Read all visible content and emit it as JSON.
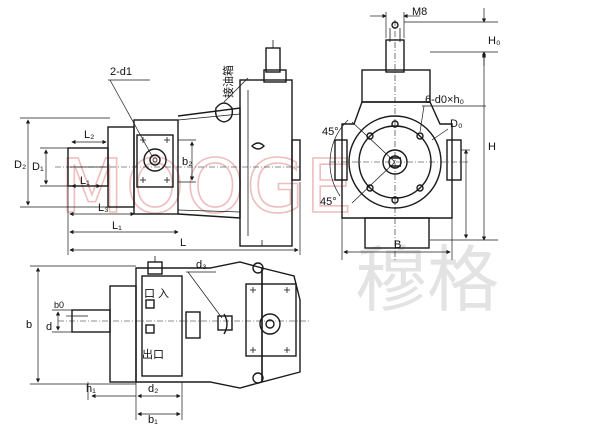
{
  "watermark": {
    "latin": "MOOGE",
    "chinese": "穆格"
  },
  "top_view": {
    "hole_label": "2-d1",
    "oil_port_note": "接油箱",
    "dims": {
      "D2": "D₂",
      "D1": "D₁",
      "L2": "L₂",
      "L1_top": "L₁",
      "L3": "L₃",
      "L1": "L₁",
      "L": "L",
      "b2": "b₂"
    }
  },
  "end_view": {
    "thread": "M8",
    "H0": "H₀",
    "bolt_holes": "6-d0×h₀",
    "D0": "D₀",
    "angle_a": "45°",
    "angle_b": "45°",
    "H": "H",
    "B": "B"
  },
  "side_view": {
    "d3": "d₃",
    "inlet": "口",
    "inlet_tag": "入",
    "outlet": "出口",
    "dims": {
      "b0": "b0",
      "b": "b",
      "d": "d",
      "h1": "h₁",
      "d2": "d₂",
      "b1": "b₁"
    }
  }
}
